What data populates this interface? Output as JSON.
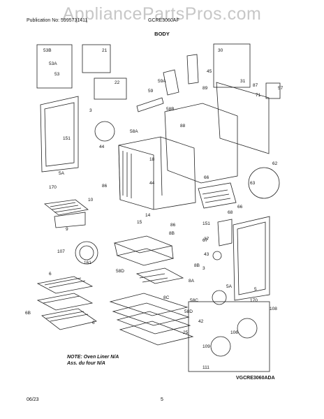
{
  "watermark": "AppliancePartsPros.com",
  "header": {
    "publication": "Publication No: 5995731411",
    "model": "GCRE3060AF",
    "section": "BODY"
  },
  "note": {
    "line1": "NOTE: Oven Liner N/A",
    "line2": "Ass. du four N/A"
  },
  "diagram_code": "VGCRE3060ADA",
  "footer": {
    "date": "06/23",
    "page": "5"
  },
  "callouts": [
    "53B",
    "53A",
    "53",
    "21",
    "22",
    "30",
    "31",
    "45",
    "59A",
    "59",
    "58B",
    "58A",
    "88",
    "89",
    "87",
    "71",
    "57",
    "3",
    "151",
    "44",
    "18",
    "44",
    "62",
    "63",
    "66",
    "68",
    "5A",
    "170",
    "86",
    "10",
    "9",
    "14",
    "15",
    "86",
    "67",
    "151",
    "8B",
    "43",
    "37",
    "8B",
    "107",
    "161",
    "3",
    "58D",
    "8A",
    "8C",
    "58C",
    "58D",
    "42",
    "25",
    "5",
    "6B",
    "6",
    "6",
    "5A",
    "170",
    "108",
    "106",
    "109",
    "111",
    "66"
  ]
}
